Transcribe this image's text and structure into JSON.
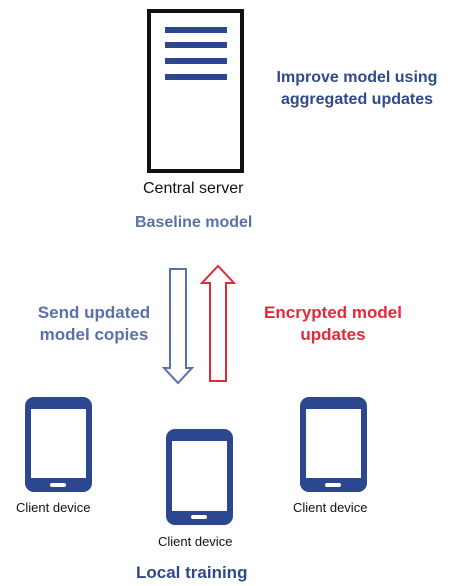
{
  "server": {
    "label": "Central server",
    "model_label": "Baseline model",
    "note": "Improve model using aggregated updates"
  },
  "flows": {
    "down_label": "Send updated model copies",
    "up_label": "Encrypted model updates"
  },
  "clients": [
    {
      "label": "Client device"
    },
    {
      "label": "Client device"
    },
    {
      "label": "Client device"
    }
  ],
  "footer": {
    "label": "Local training"
  },
  "colors": {
    "dark_blue": "#2b4790",
    "light_blue": "#5a72a8",
    "red": "#e02b3a"
  }
}
